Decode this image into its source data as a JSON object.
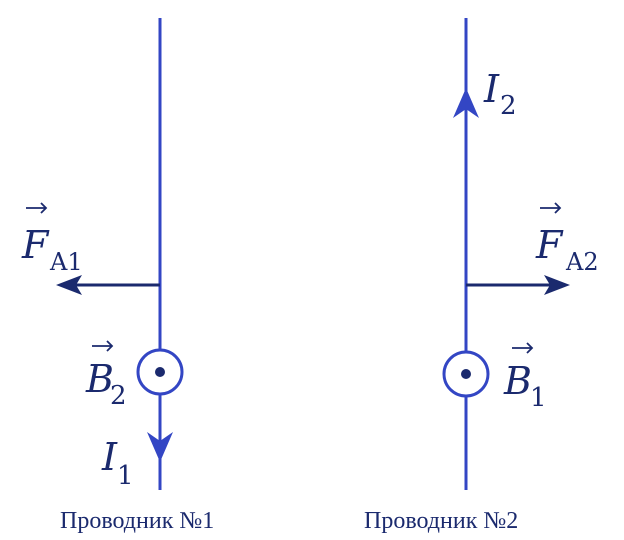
{
  "colors": {
    "wire": "#3346c4",
    "force": "#1b2a6e",
    "text": "#1b2a6e"
  },
  "wire1": {
    "caption": "Проводник №1",
    "current": {
      "letter": "I",
      "sub": "1",
      "direction": "down"
    },
    "force": {
      "letter": "F",
      "sub": "A1",
      "direction": "left"
    },
    "field": {
      "letter": "B",
      "sub": "2",
      "symbol": "dot-out-of-page"
    }
  },
  "wire2": {
    "caption": "Проводник №2",
    "current": {
      "letter": "I",
      "sub": "2",
      "direction": "up"
    },
    "force": {
      "letter": "F",
      "sub": "A2",
      "direction": "right"
    },
    "field": {
      "letter": "B",
      "sub": "1",
      "symbol": "dot-out-of-page"
    }
  }
}
